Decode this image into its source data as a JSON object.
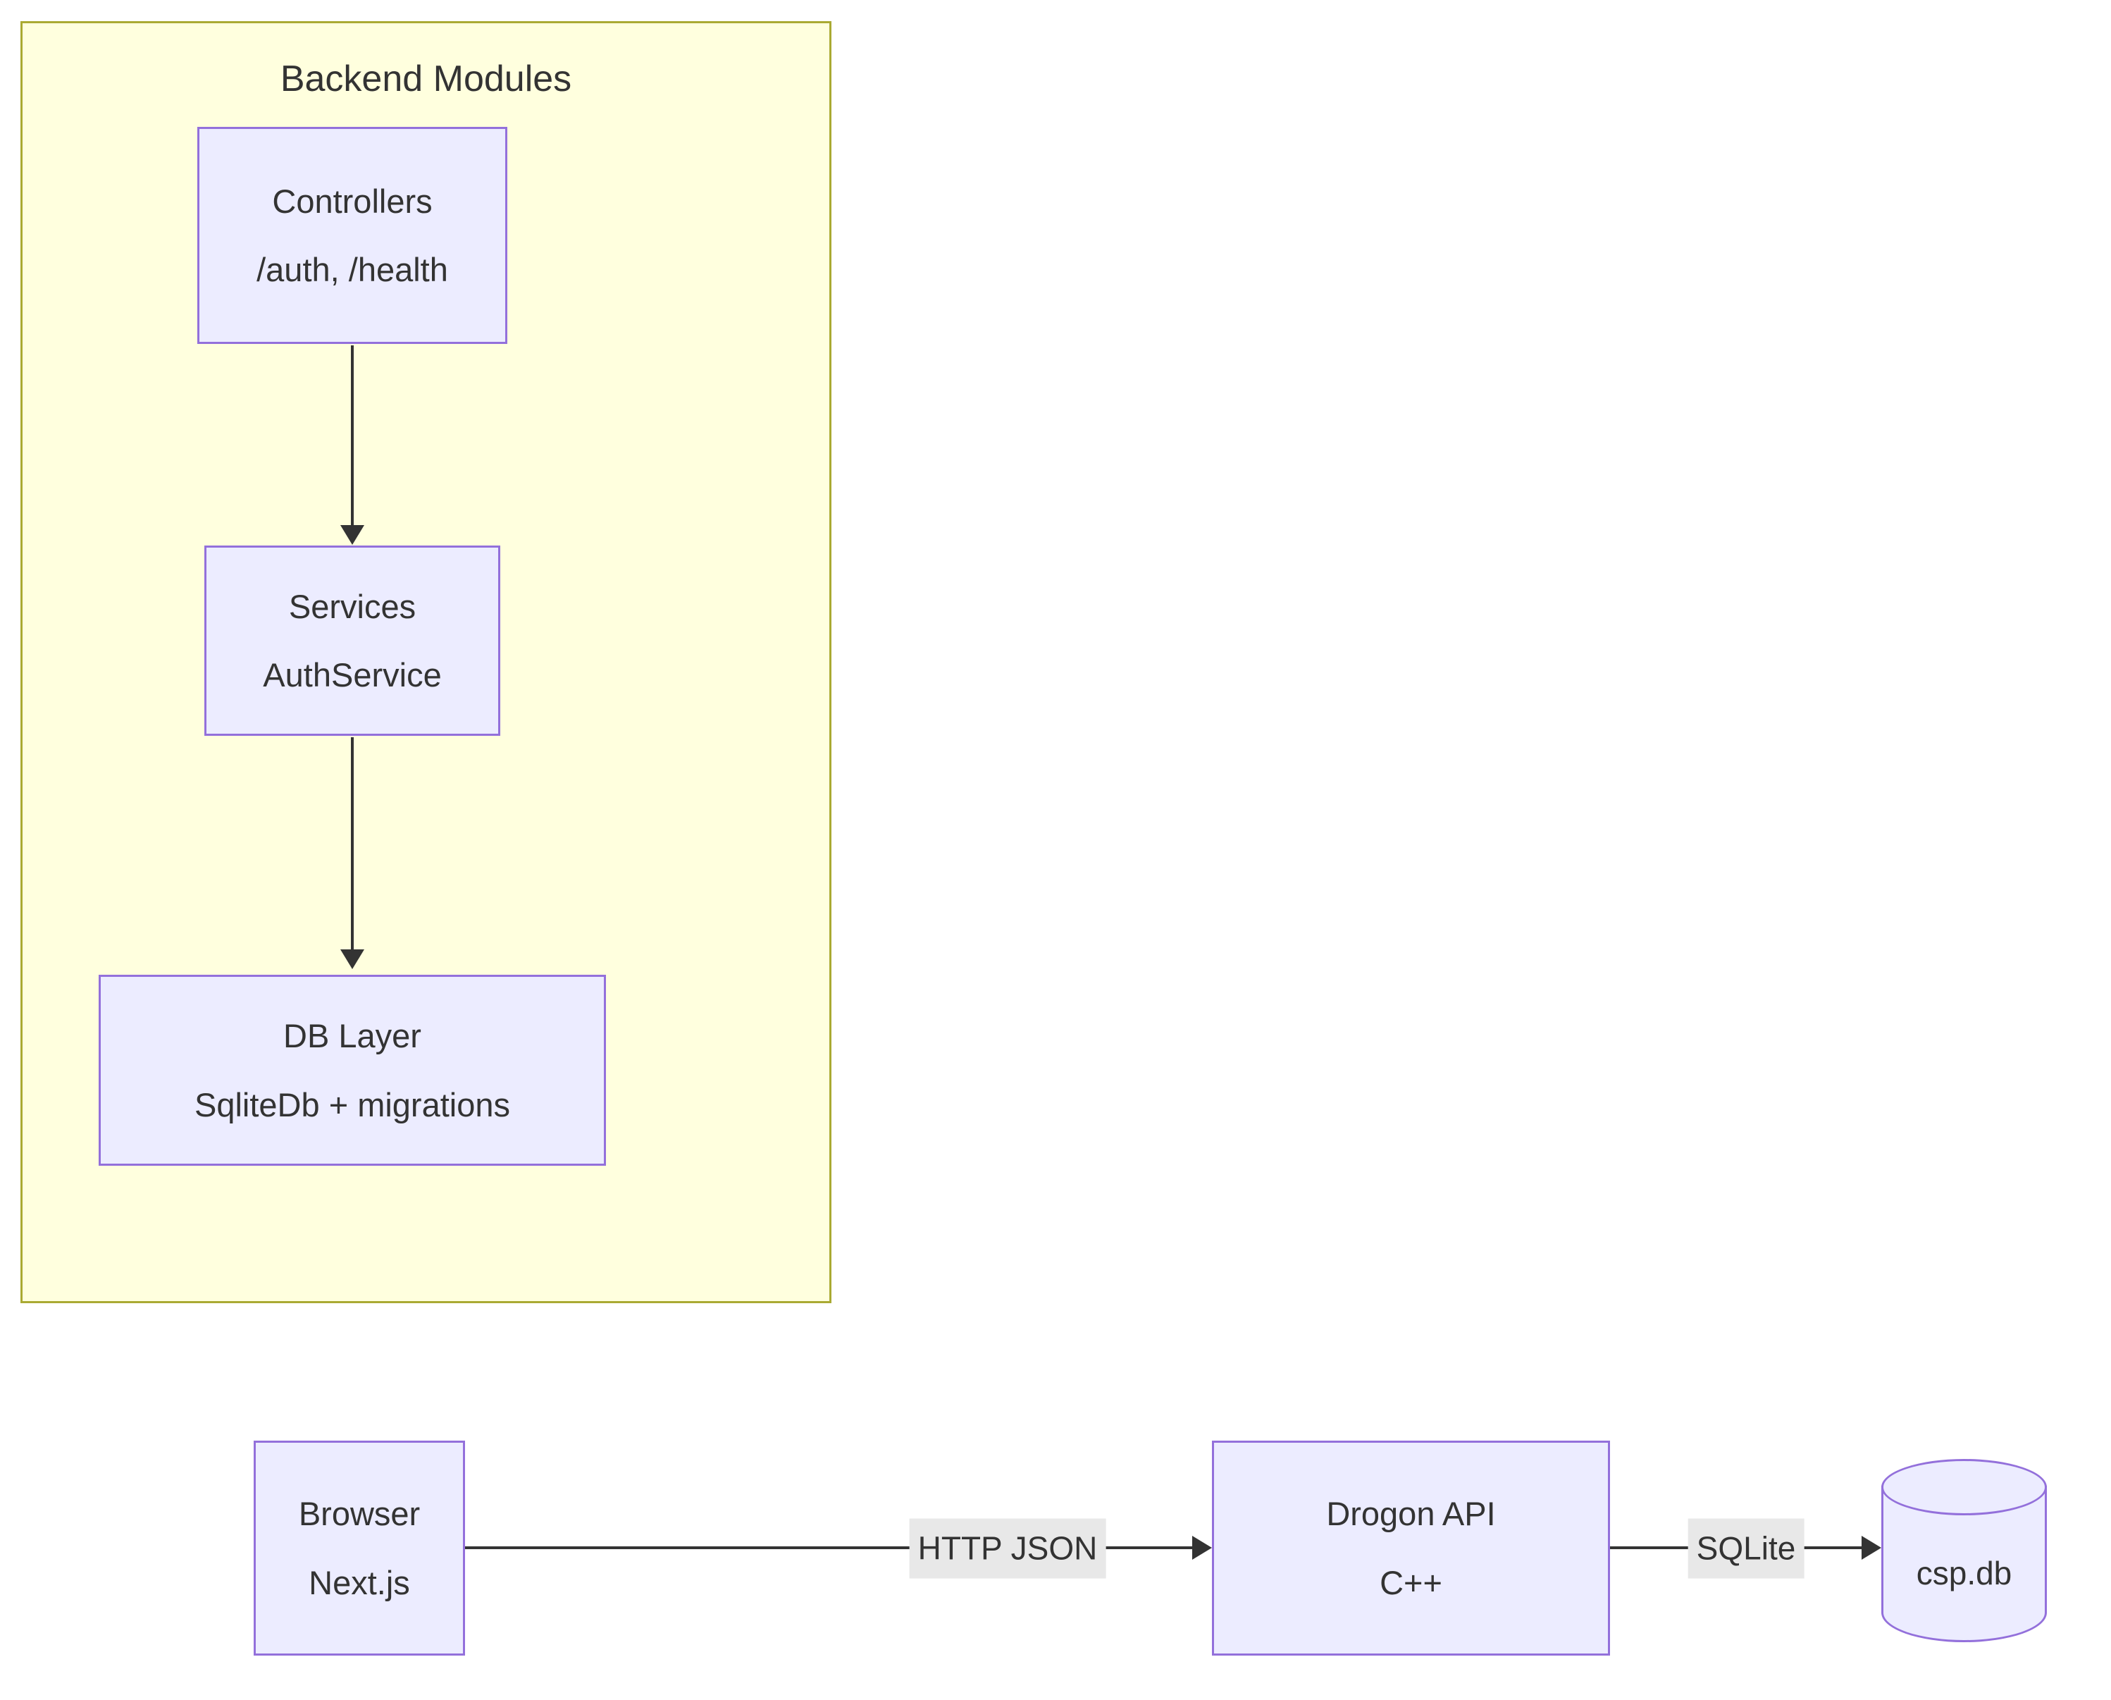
{
  "diagram": {
    "cluster": {
      "title": "Backend Modules"
    },
    "nodes": {
      "controllers": {
        "line1": "Controllers",
        "line2": "/auth, /health"
      },
      "services": {
        "line1": "Services",
        "line2": "AuthService"
      },
      "db_layer": {
        "line1": "DB Layer",
        "line2": "SqliteDb + migrations"
      },
      "browser": {
        "line1": "Browser",
        "line2": "Next.js"
      },
      "drogon_api": {
        "line1": "Drogon API",
        "line2": "C++"
      },
      "csp_db": {
        "label": "csp.db"
      }
    },
    "edges": {
      "controllers_to_services": {
        "label": ""
      },
      "services_to_db_layer": {
        "label": ""
      },
      "browser_to_drogon": {
        "label": "HTTP JSON"
      },
      "drogon_to_csp_db": {
        "label": "SQLite"
      }
    },
    "colors": {
      "node_fill": "#ECECFF",
      "node_border": "#9370DB",
      "cluster_fill": "#FFFFDE",
      "cluster_border": "#AAAA33",
      "edge_label_bg": "#E8E8E8",
      "line": "#333333",
      "text": "#333333"
    }
  }
}
